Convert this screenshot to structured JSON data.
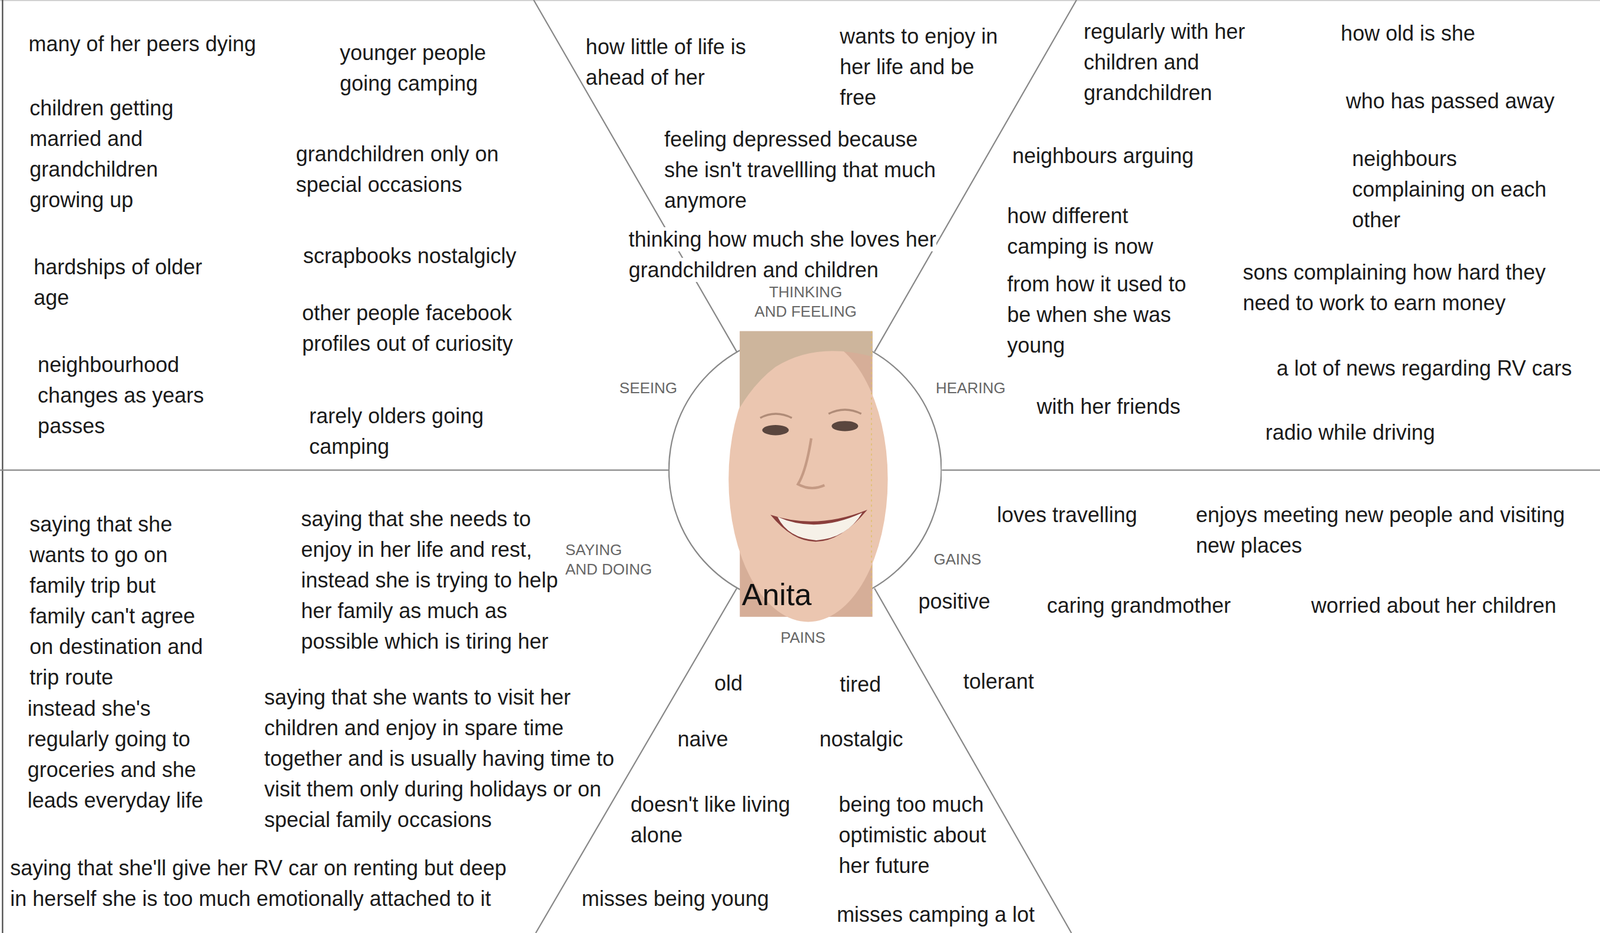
{
  "diagram": {
    "nodes": [
      {
        "text": [
          "Anita"
        ]
      }
    ],
    "labels": [
      "many of her peers dying",
      "younger people going camping",
      "children getting married and grandchildren growing up",
      "grandchildren only on special occasions",
      "hardships of older age",
      "scrapbooks nostalgicly",
      "other people facebook profiles out of curiosity",
      "neighbourhood changes as years passes",
      "rarely olders going camping",
      "how little of life is ahead of her",
      "wants to enjoy in her life and be free",
      "feeling depressed because she isn't travellling that much anymore",
      "thinking how much she loves her grandchildren and children",
      "THINKING AND FEELING",
      "SEEING",
      "HEARING",
      "regularly with her children and grandchildren",
      "how old is she",
      "who has passed away",
      "neighbours arguing",
      "neighbours complaining on each other",
      "how different camping is now",
      "from how it used to be when she was young",
      "sons complaining how hard they need to work to earn money",
      "a lot of news regarding RV cars",
      "with her friends",
      "radio while driving",
      "saying that she wants to go on family trip but family can't agree on destination and trip route",
      "saying that she needs to enjoy in her life and rest, instead she is trying to help her family as much as possible which is tiring her",
      "SAYING AND DOING",
      "instead she's regularly going to groceries and she leads everyday life",
      "saying that she wants to visit her children and enjoy in spare time together and is usually having time to visit them only during holidays or on special family occasions",
      "saying that she'll give her RV car on renting but deep in herself she is too much emotionally attached to it",
      "GAINS",
      "loves travelling",
      "enjoys meeting new people and visiting new places",
      "positive",
      "caring grandmother",
      "worried about her children",
      "PAINS",
      "old",
      "tired",
      "tolerant",
      "naive",
      "nostalgic",
      "doesn't like living alone",
      "being too much optimistic about her future",
      "misses being young",
      "misses camping a lot"
    ]
  }
}
